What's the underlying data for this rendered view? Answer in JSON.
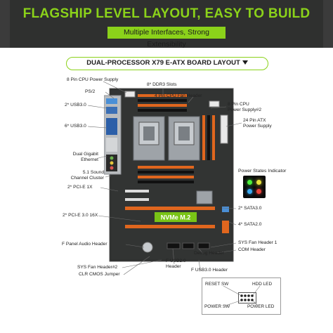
{
  "banner": {
    "title": "FLAGSHIP LEVEL LAYOUT, EASY TO BUILD",
    "subtitle": "Multiple Interfaces, Strong Extensibility"
  },
  "section": {
    "label": "DUAL-PROCESSOR X79 E-ATX BOARD LAYOUT"
  },
  "labels": {
    "cpu_power_8pin": "8 Pin CPU Power Supply",
    "ddr3_slots": "8* DDR3 Slots",
    "ps2": "PS/2",
    "cpu_fan_header": "4 Pin CPU Fan Header",
    "usb30_top": "2* USB3.0",
    "cpu_power_8pin_2_line1": "8 Pin CPU",
    "cpu_power_8pin_2_line2": "Power Supply#2",
    "atx_24pin_line1": "24 Pin ATX",
    "atx_24pin_line2": "Power Supply",
    "usb30_mid": "6* USB3.0",
    "gigabit_line1": "Dual Gigabit",
    "gigabit_line2": "Ethernet",
    "sound_line1": "5.1 Sound",
    "sound_line2": "Channel Cluster",
    "pcie_1x": "2* PCI-E 1X",
    "pcie_16x": "2* PCI-E 3.0 16X",
    "sata30": "2* SATA3.0",
    "sata20": "4* SATA2.0",
    "sys_fan_1": "SYS Fan Header 1",
    "com_header": "COM Header",
    "f_panel_audio": "F Panel Audio Header",
    "sys_fan_2": "SYS Fan Header#2",
    "clr_cmos": "CLR CMOS Jumper",
    "f_usb20_line1": "F USB2.0",
    "f_usb20_line2": "Header",
    "debug_header": "Debug Header",
    "f_usb30_header": "F USB3.0 Header",
    "nvme": "NVMe M.2"
  },
  "power_states": {
    "title": "Power States Indicator"
  },
  "front_panel": {
    "reset_sw": "RESET SW",
    "hdd_led": "HDD LED",
    "power_sw": "POWER SW",
    "power_led": "POWER LED"
  },
  "colors": {
    "accent_green": "#8bd21a",
    "banner_dark": "#2f302f",
    "pcb": "#2a2c2b",
    "dimm_orange": "#e0661e",
    "nvme_green": "#79c416"
  }
}
